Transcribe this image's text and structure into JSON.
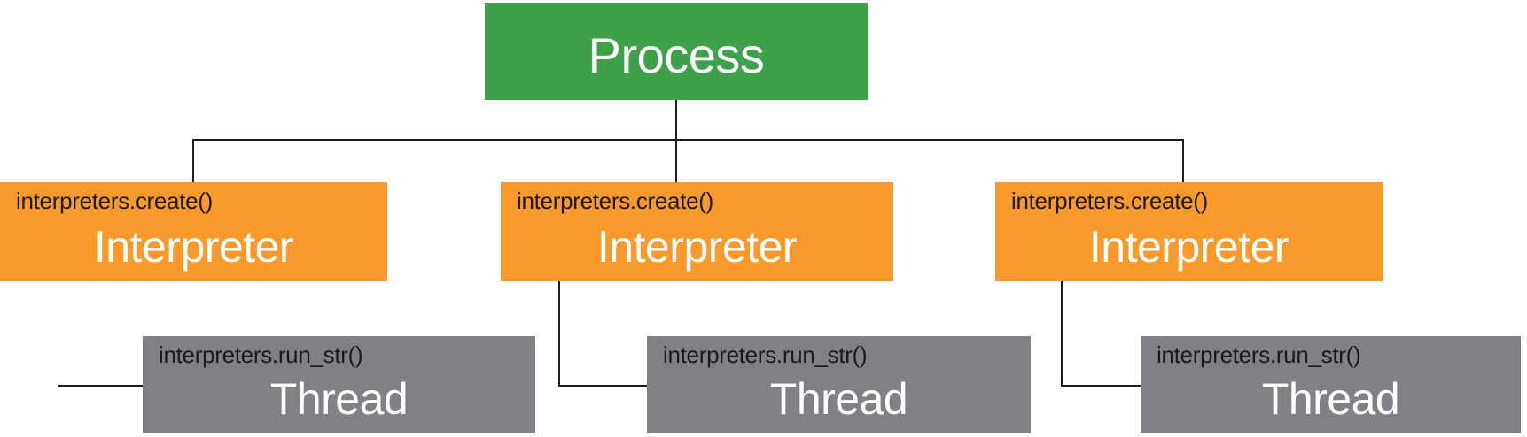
{
  "diagram": {
    "title_hint": "Python per-interpreter threading hierarchy",
    "process": {
      "label": "Process"
    },
    "interpreters": [
      {
        "method": "interpreters.create()",
        "label": "Interpreter"
      },
      {
        "method": "interpreters.create()",
        "label": "Interpreter"
      },
      {
        "method": "interpreters.create()",
        "label": "Interpreter"
      }
    ],
    "threads": [
      {
        "method": "interpreters.run_str()",
        "label": "Thread"
      },
      {
        "method": "interpreters.run_str()",
        "label": "Thread"
      },
      {
        "method": "interpreters.run_str()",
        "label": "Thread"
      }
    ],
    "colors": {
      "process": "#3FA04A",
      "interpreter": "#F89A2B",
      "thread": "#808184",
      "line": "#1E1E1E"
    }
  }
}
